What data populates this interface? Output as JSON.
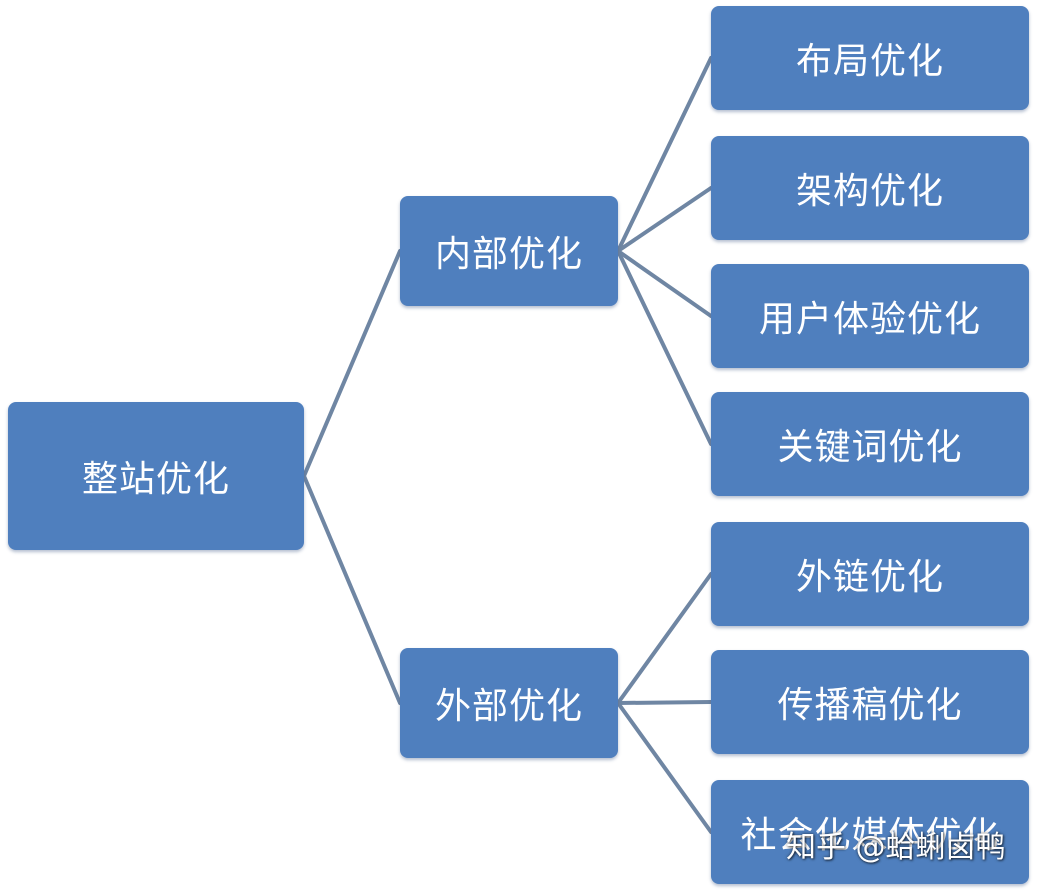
{
  "diagram": {
    "root": {
      "label": "整站优化"
    },
    "branches": [
      {
        "label": "内部优化",
        "children": [
          "布局优化",
          "架构优化",
          "用户体验优化",
          "关键词优化"
        ]
      },
      {
        "label": "外部优化",
        "children": [
          "外链优化",
          "传播稿优化",
          "社会化媒体优化"
        ]
      }
    ]
  },
  "colors": {
    "node_fill": "#4f7fbe",
    "connector": "#6f86a3",
    "text": "#ffffff"
  },
  "watermark": "知乎 @蛤蜊卤鸭"
}
